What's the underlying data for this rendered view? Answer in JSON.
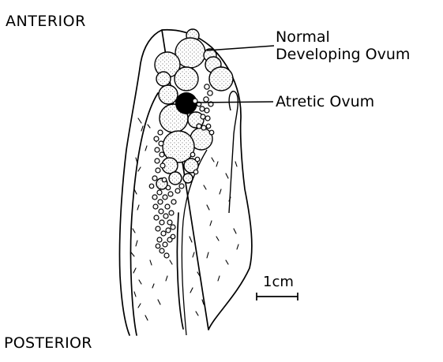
{
  "orientation": {
    "top": "ANTERIOR",
    "bottom": "POSTERIOR"
  },
  "callouts": {
    "normal_line1": "Normal",
    "normal_line2": "Developing Ovum",
    "atretic": "Atretic Ovum"
  },
  "scale_bar": {
    "label": "1cm"
  },
  "colors": {
    "ink": "#000000",
    "paper": "#ffffff",
    "ovum_stipple": "#555555"
  }
}
